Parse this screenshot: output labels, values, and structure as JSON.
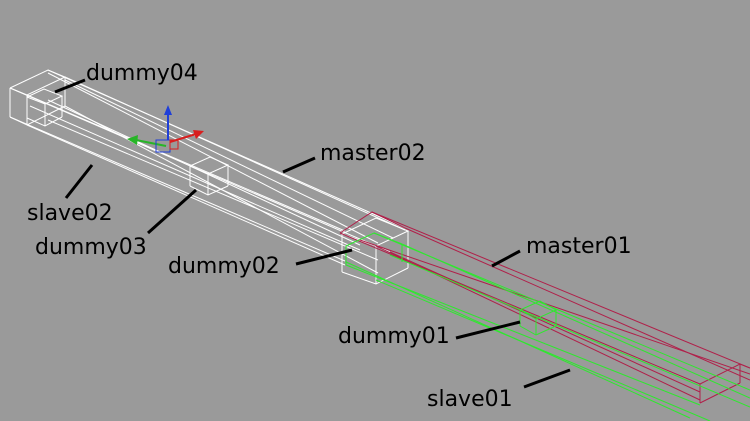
{
  "viewport": {
    "background": "#9a9a9a",
    "objects": [
      {
        "name": "dummy04",
        "type": "dummy",
        "color": "#ffffff"
      },
      {
        "name": "master02",
        "type": "bone",
        "color": "#ffffff"
      },
      {
        "name": "slave02",
        "type": "bone",
        "color": "#ffffff"
      },
      {
        "name": "dummy03",
        "type": "dummy",
        "color": "#ffffff"
      },
      {
        "name": "dummy02",
        "type": "dummy",
        "color": "#ffffff"
      },
      {
        "name": "master01",
        "type": "bone",
        "color": "#b0204a"
      },
      {
        "name": "dummy01",
        "type": "dummy",
        "color": "#2ee82e"
      },
      {
        "name": "slave01",
        "type": "bone",
        "color": "#2ee82e"
      }
    ],
    "gizmo": {
      "axes": [
        {
          "name": "x",
          "color": "#d81f1f",
          "icon": "x-axis-arrow-icon"
        },
        {
          "name": "y",
          "color": "#27b527",
          "icon": "y-axis-arrow-icon"
        },
        {
          "name": "z",
          "color": "#1f3fd8",
          "icon": "z-axis-arrow-icon"
        }
      ]
    }
  },
  "labels": {
    "dummy04": "dummy04",
    "master02": "master02",
    "slave02": "slave02",
    "dummy03": "dummy03",
    "dummy02": "dummy02",
    "master01": "master01",
    "dummy01": "dummy01",
    "slave01": "slave01"
  }
}
